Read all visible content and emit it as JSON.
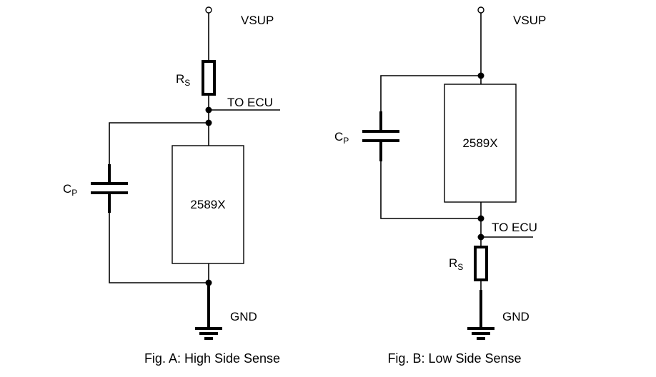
{
  "fig_a": {
    "supply_label": "VSUP",
    "resistor_label": "R",
    "resistor_sub": "S",
    "ecu_label": "TO ECU",
    "cap_label": "C",
    "cap_sub": "P",
    "chip_label": "2589X",
    "ground_label": "GND",
    "caption": "Fig. A: High Side Sense"
  },
  "fig_b": {
    "supply_label": "VSUP",
    "resistor_label": "R",
    "resistor_sub": "S",
    "ecu_label": "TO ECU",
    "cap_label": "C",
    "cap_sub": "P",
    "chip_label": "2589X",
    "ground_label": "GND",
    "caption": "Fig. B: Low Side Sense"
  }
}
